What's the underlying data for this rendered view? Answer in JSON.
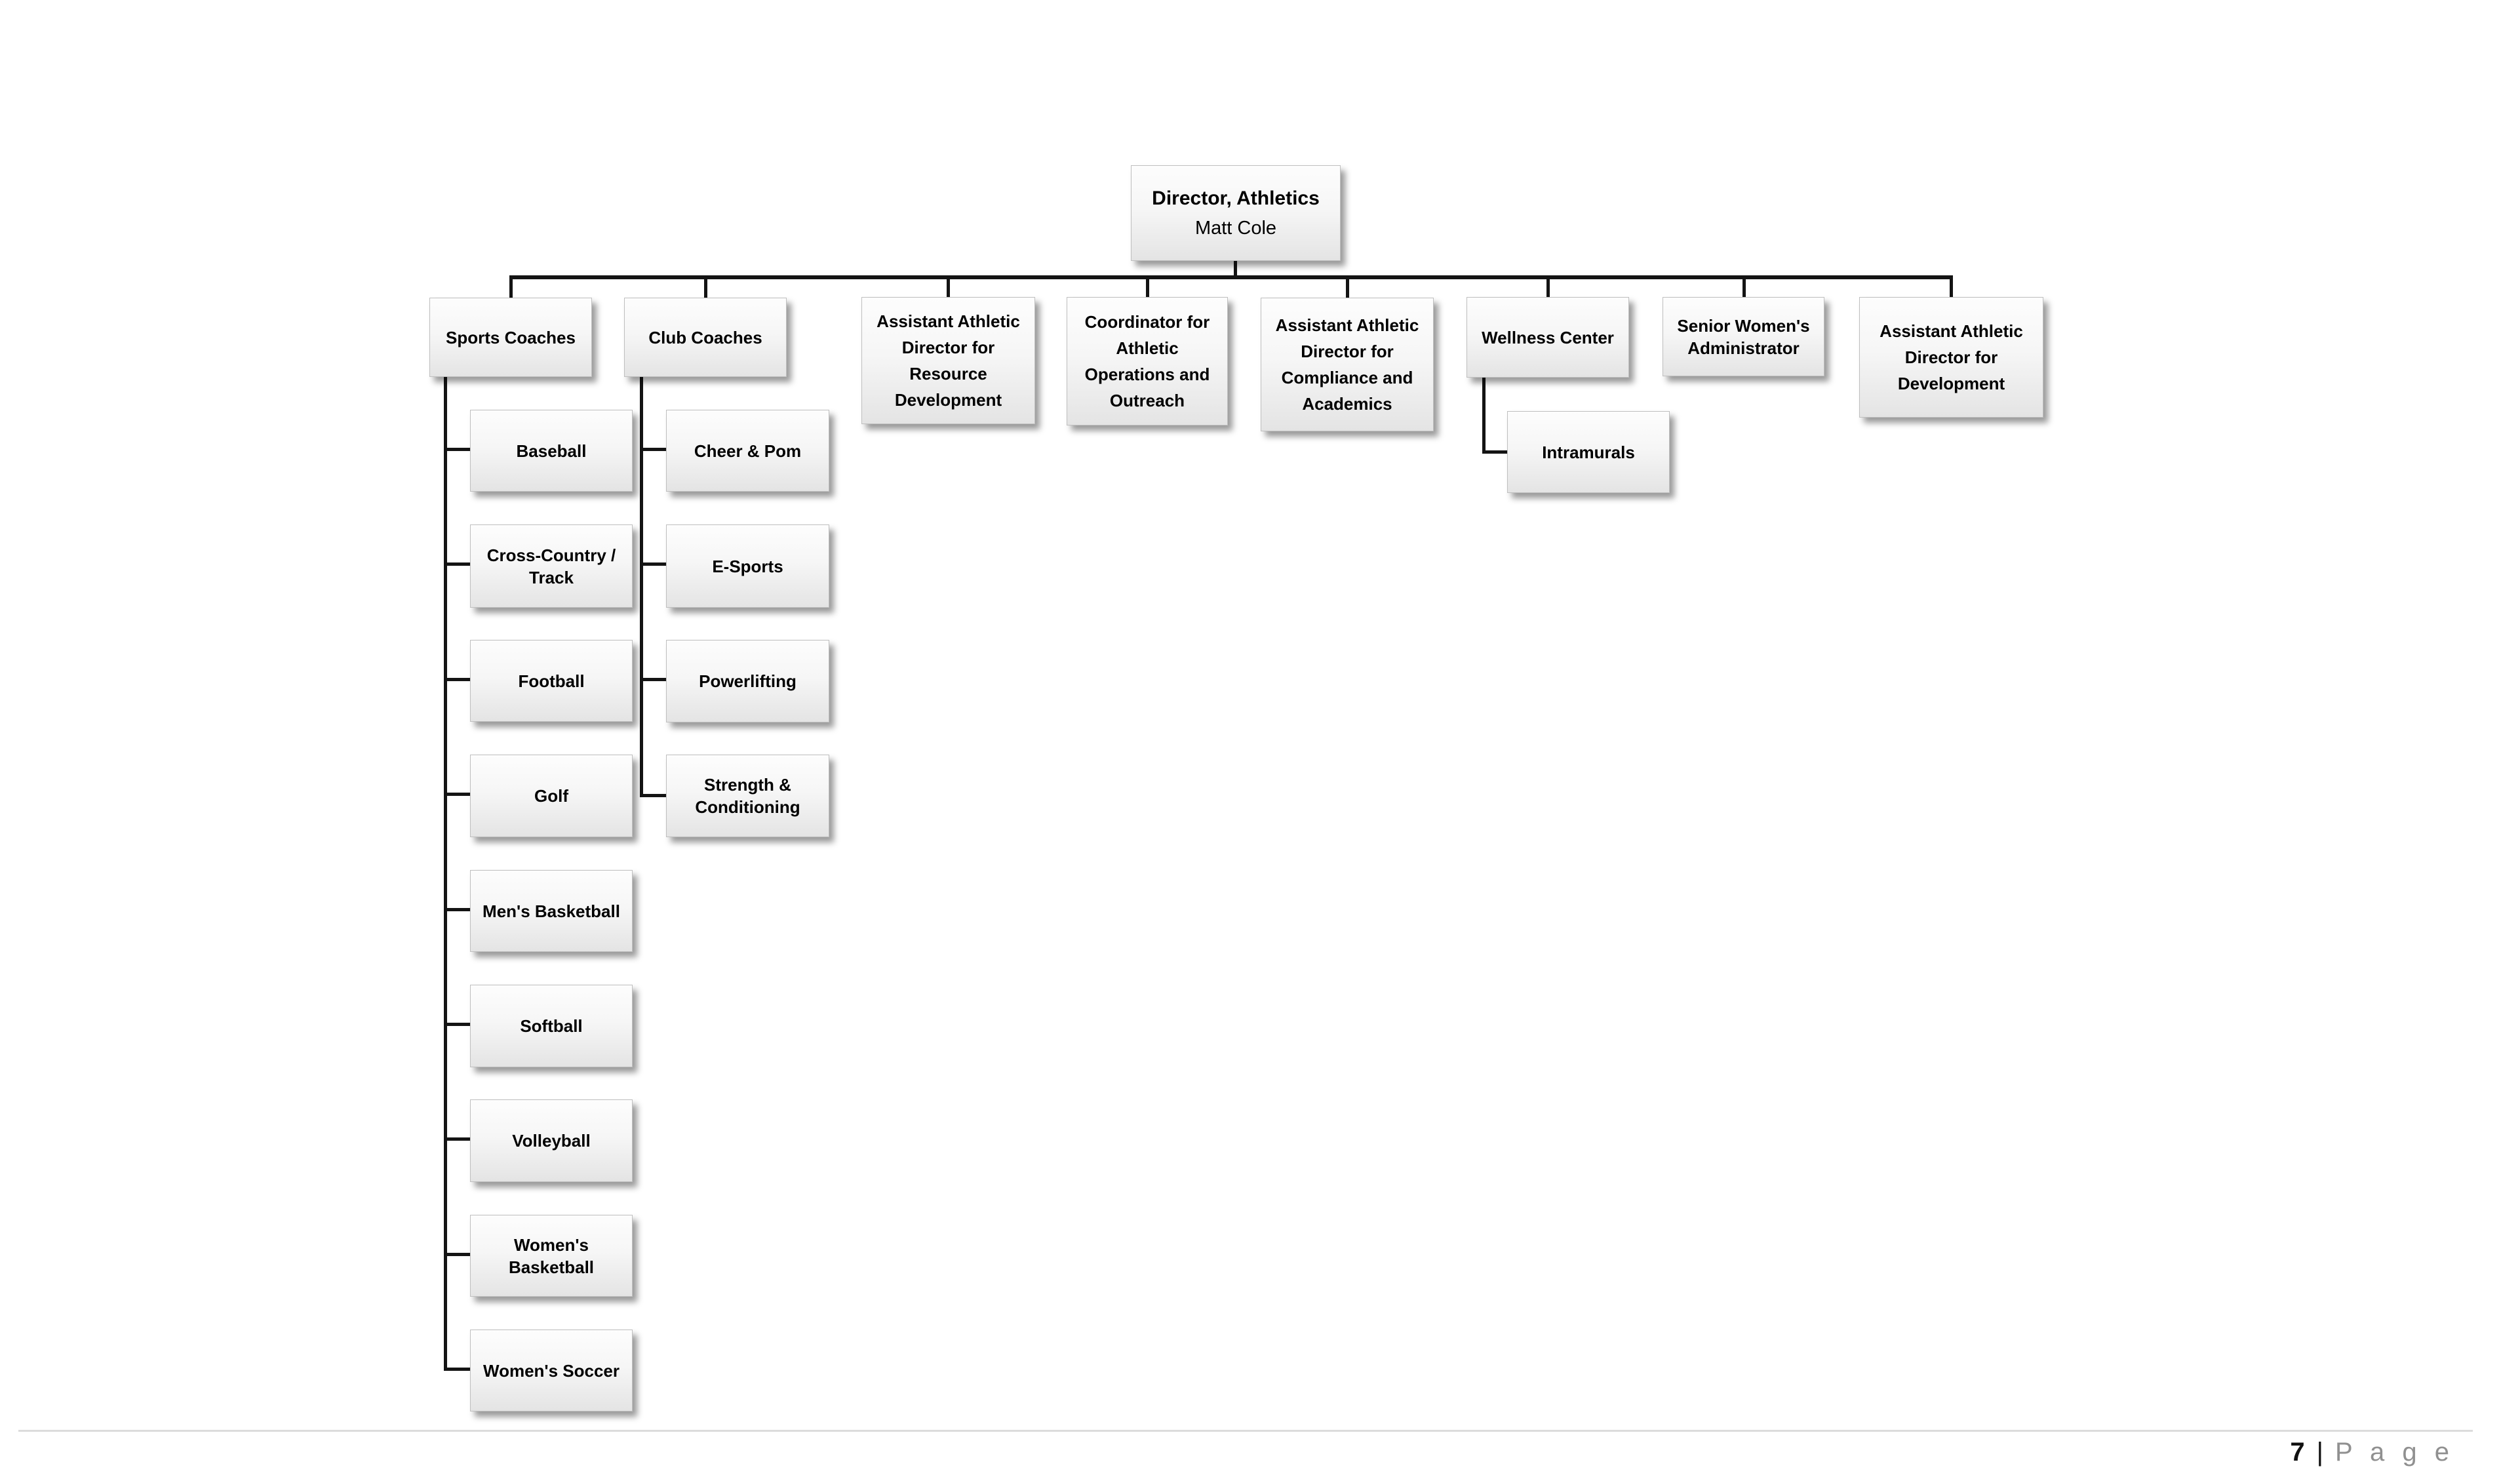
{
  "org_chart": {
    "root": {
      "title": "Director, Athletics",
      "name": "Matt Cole"
    },
    "branches": [
      {
        "label": "Sports Coaches"
      },
      {
        "label": "Club Coaches"
      },
      {
        "label": "Assistant Athletic\nDirector for\nResource\nDevelopment"
      },
      {
        "label": "Coordinator for\nAthletic\nOperations and\nOutreach"
      },
      {
        "label": "Assistant Athletic\nDirector for\nCompliance and\nAcademics"
      },
      {
        "label": "Wellness Center"
      },
      {
        "label": "Senior Women's\nAdministrator"
      },
      {
        "label": "Assistant Athletic\nDirector for\nDevelopment"
      }
    ],
    "sports_teams": [
      {
        "label": "Baseball"
      },
      {
        "label": "Cross-Country /\nTrack"
      },
      {
        "label": "Football"
      },
      {
        "label": "Golf"
      },
      {
        "label": "Men's Basketball"
      },
      {
        "label": "Softball"
      },
      {
        "label": "Volleyball"
      },
      {
        "label": "Women's\nBasketball"
      },
      {
        "label": "Women's Soccer"
      }
    ],
    "club_teams": [
      {
        "label": "Cheer & Pom"
      },
      {
        "label": "E-Sports"
      },
      {
        "label": "Powerlifting"
      },
      {
        "label": "Strength &\nConditioning"
      }
    ],
    "wellness_programs": [
      {
        "label": "Intramurals"
      }
    ]
  },
  "footer": {
    "page_number": "7",
    "separator": "|",
    "page_label": "P a g e"
  },
  "colors": {
    "connector": "#141414",
    "box_border": "#bfbfbf",
    "box_gradient_bottom": "#e4e4e4",
    "page_label_gray": "#909090"
  }
}
